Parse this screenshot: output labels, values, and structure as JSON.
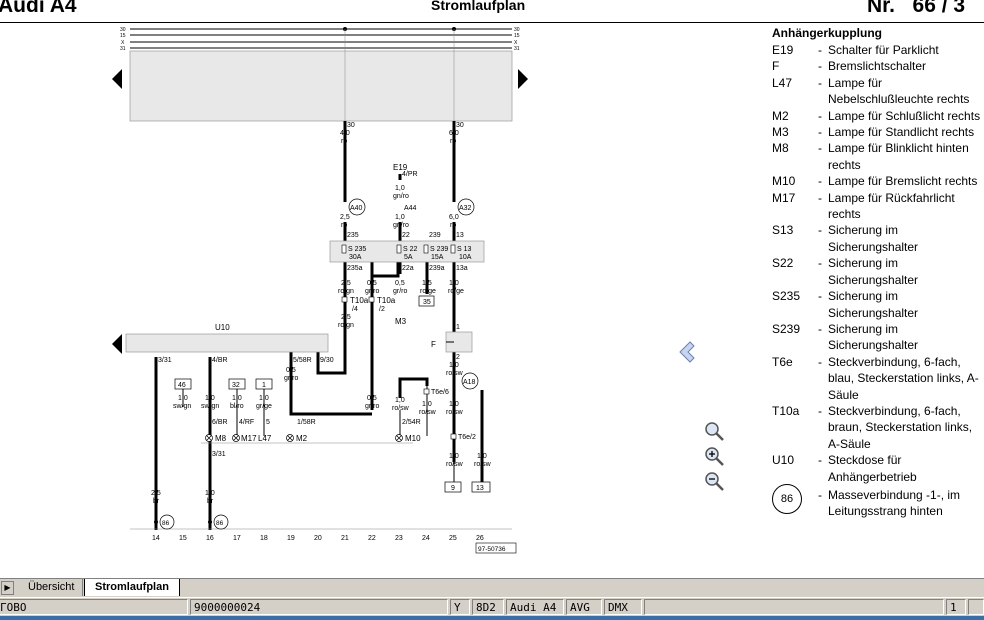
{
  "header": {
    "left": "Audi A4",
    "center": "Stromlaufplan",
    "right": "Nr.   66 / 3"
  },
  "diagram": {
    "rail_labels": [
      "30",
      "15",
      "X",
      "31"
    ],
    "tops": [
      {
        "num": "30",
        "gauge": "4,0",
        "color": "ro"
      },
      {
        "num": "30",
        "gauge": "6,0",
        "color": "ro"
      }
    ],
    "e19": {
      "name": "E19",
      "pin": "4/PR",
      "gauge": "1,0",
      "color": "gn/ro"
    },
    "connectors": [
      "A40",
      "A44",
      "A32",
      "A18"
    ],
    "upper_wires": [
      {
        "gauge": "2,5",
        "color": "ro"
      },
      {
        "gauge": "1,0",
        "color": "gn/ro"
      },
      {
        "gauge": "6,0",
        "color": "ro"
      }
    ],
    "fuse_in": [
      "235",
      "22",
      "239",
      "13"
    ],
    "fuses": [
      {
        "name": "S 235",
        "amp": "30A"
      },
      {
        "name": "S 22",
        "amp": "5A"
      },
      {
        "name": "S 239",
        "amp": "15A"
      },
      {
        "name": "S 13",
        "amp": "10A"
      }
    ],
    "fuse_out": [
      "235a",
      "22a",
      "239a",
      "13a"
    ],
    "lower_wires": [
      {
        "gauge": "2,5",
        "color": "ro/gn"
      },
      {
        "gauge": "0,5",
        "color": "gr/ro"
      },
      {
        "gauge": "0,5",
        "color": "gr/ro"
      },
      {
        "gauge": "1,5",
        "color": "ro/ge"
      },
      {
        "gauge": "1,0",
        "color": "ro/ge"
      }
    ],
    "t10a": [
      {
        "name": "T10a",
        "pin": "/4"
      },
      {
        "name": "T10a",
        "pin": "/2"
      }
    ],
    "w_t10a_out": {
      "gauge": "2,5",
      "color": "ro/gn"
    },
    "m3": "M3",
    "box35": "35",
    "f": {
      "name": "F",
      "pin1": "1",
      "pin2": "2"
    },
    "f_out": {
      "gauge": "1,0",
      "color": "ro/sw"
    },
    "u10": {
      "name": "U10",
      "pins": [
        "3/31",
        "4/BR",
        "5/58R",
        "9/30"
      ]
    },
    "w_u10_pin5": {
      "gauge": "0,5",
      "color": "gr/ro"
    },
    "small_boxes": [
      "46",
      "32",
      "1"
    ],
    "branch_wires": [
      {
        "gauge": "1,0",
        "color": "sw/gn"
      },
      {
        "gauge": "1,0",
        "color": "sw/gn"
      },
      {
        "gauge": "1,0",
        "color": "bl/ro"
      },
      {
        "gauge": "1,0",
        "color": "gr/ge"
      },
      {
        "gauge": "0,5",
        "color": "gr/ro"
      },
      {
        "gauge": "1,0",
        "color": "ro/sw"
      },
      {
        "gauge": "1,0",
        "color": "ro/sw"
      },
      {
        "gauge": "1,0",
        "color": "ro/sw"
      }
    ],
    "lamp_pins": [
      "6/BR",
      "4/RF",
      "5",
      "1/58R",
      "2/54R"
    ],
    "lamps": [
      "M8",
      "M17",
      "L47",
      "M2",
      "M10"
    ],
    "t6e": [
      {
        "name": "T6e/6"
      },
      {
        "name": "T6e/2"
      }
    ],
    "lamp_bottom_pin": "3/31",
    "low_wires": [
      {
        "gauge": "2,5",
        "color": "br"
      },
      {
        "gauge": "1,0",
        "color": "br"
      },
      {
        "gauge": "1,0",
        "color": "ro/sw"
      },
      {
        "gauge": "1,0",
        "color": "ro/sw"
      }
    ],
    "end_boxes": [
      "9",
      "13"
    ],
    "grounds": [
      "86",
      "86"
    ],
    "column_numbers": [
      "14",
      "15",
      "16",
      "17",
      "18",
      "19",
      "20",
      "21",
      "22",
      "23",
      "24",
      "25",
      "26"
    ],
    "ref": "97-50736"
  },
  "legend": {
    "title": "Anhängerkupplung",
    "items": [
      {
        "code": "E19",
        "desc": "Schalter für Parklicht"
      },
      {
        "code": "F",
        "desc": "Bremslichtschalter"
      },
      {
        "code": "L47",
        "desc": "Lampe für Nebelschlußleuchte rechts"
      },
      {
        "code": "M2",
        "desc": "Lampe für Schlußlicht rechts"
      },
      {
        "code": "M3",
        "desc": "Lampe für Standlicht rechts"
      },
      {
        "code": "M8",
        "desc": "Lampe für Blinklicht hinten rechts"
      },
      {
        "code": "M10",
        "desc": "Lampe für Bremslicht rechts"
      },
      {
        "code": "M17",
        "desc": "Lampe für Rückfahrlicht rechts"
      },
      {
        "code": "S13",
        "desc": "Sicherung im Sicherungshalter"
      },
      {
        "code": "S22",
        "desc": "Sicherung im Sicherungshalter"
      },
      {
        "code": "S235",
        "desc": "Sicherung im Sicherungshalter"
      },
      {
        "code": "S239",
        "desc": "Sicherung im Sicherungshalter"
      },
      {
        "code": "T6e",
        "desc": "Steckverbindung, 6-fach, blau, Steckerstation links, A-Säule"
      },
      {
        "code": "T10a",
        "desc": "Steckverbindung, 6-fach, braun, Steckerstation links, A-Säule"
      },
      {
        "code": "U10",
        "desc": "Steckdose für Anhängerbetrieb"
      }
    ],
    "ground": {
      "num": "86",
      "desc": "Masseverbindung -1-, im Leitungsstrang hinten"
    }
  },
  "tabs": [
    {
      "label": "Übersicht",
      "active": false
    },
    {
      "label": "Stromlaufplan",
      "active": true
    }
  ],
  "statusbar": {
    "left": "ГОВО",
    "order": "9000000024",
    "flag": "Y",
    "code": "8D2",
    "model": "Audi A4",
    "engine": "AVG",
    "gear": "DMX",
    "page": "1"
  },
  "colors": {
    "diagram_box": "#e8e8e8",
    "nav_arrow": "#c8d4f0",
    "statusbar": "#d4d0c8",
    "accent": "#3a6ea5"
  }
}
